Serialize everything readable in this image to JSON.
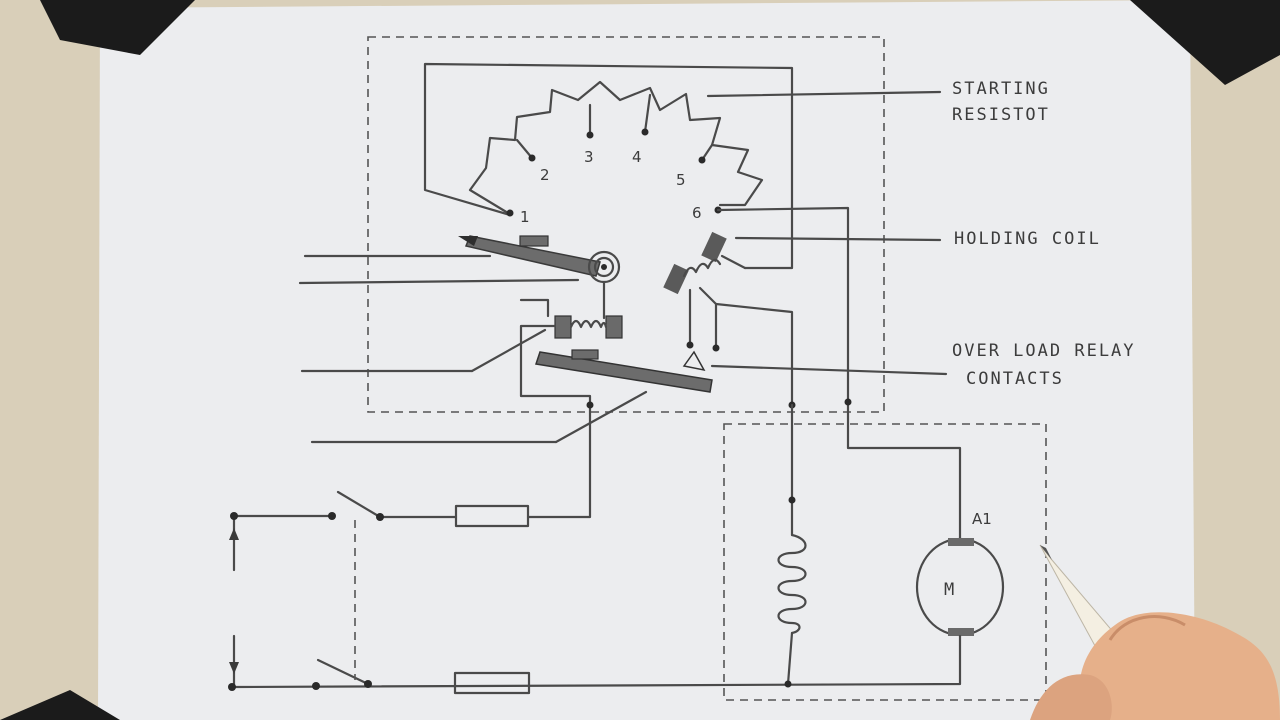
{
  "labels": {
    "starting_resistor_line1": "STARTING",
    "starting_resistor_line2": "RESISTOT",
    "holding_coil": "HOLDING COIL",
    "overload_line1": "OVER LOAD RELAY",
    "overload_line2": "CONTACTS",
    "motor": "M",
    "armature_terminal": "A1"
  },
  "studs": [
    "1",
    "2",
    "3",
    "4",
    "5",
    "6"
  ],
  "colors": {
    "paper": "#ecedef",
    "ink": "#4a4a4a",
    "tape": "#1b1b1b",
    "table": "#d9cfb9"
  },
  "icons": [
    "tape-corner-icon",
    "pencil-icon",
    "hand-icon",
    "spring-icon",
    "coil-icon",
    "motor-icon",
    "switch-icon",
    "fuse-icon"
  ]
}
